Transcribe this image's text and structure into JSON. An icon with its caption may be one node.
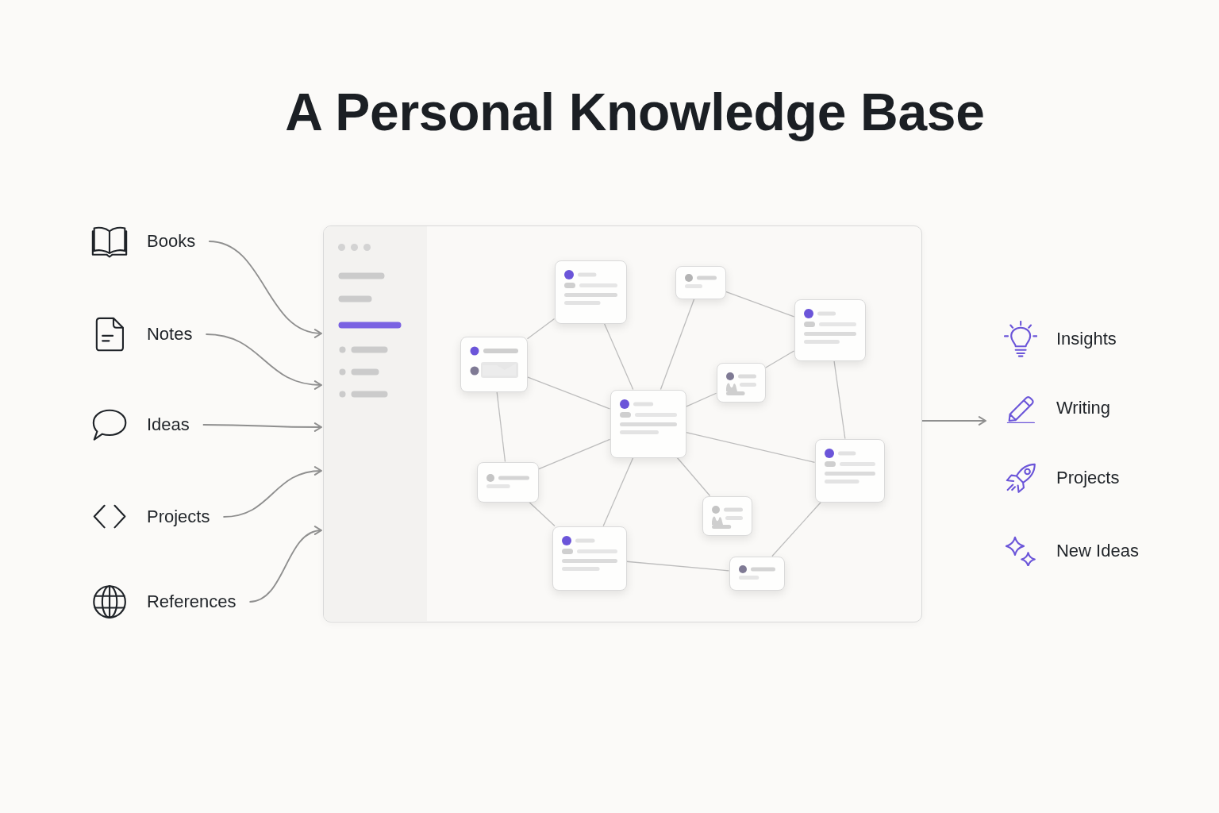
{
  "diagram": {
    "title": "A Personal Knowledge Base",
    "nodes": [
      {
        "text": [
          "Books"
        ]
      },
      {
        "text": [
          "Notes"
        ]
      },
      {
        "text": [
          "Ideas"
        ]
      },
      {
        "text": [
          "Projects"
        ]
      },
      {
        "text": [
          "References"
        ]
      },
      {
        "text": [],
        "shape": "box"
      },
      {
        "text": [],
        "shape": "box",
        "in": 5
      },
      {
        "text": [],
        "shape": "box",
        "in": 5
      },
      {
        "text": [],
        "shape": "box",
        "in": 5
      },
      {
        "text": [],
        "shape": "box",
        "in": 5
      },
      {
        "text": [],
        "shape": "box",
        "in": 5
      },
      {
        "text": [],
        "shape": "box",
        "in": 5
      },
      {
        "text": [],
        "shape": "box",
        "in": 5
      },
      {
        "text": [],
        "shape": "box",
        "in": 5
      },
      {
        "text": [],
        "shape": "box",
        "in": 5
      },
      {
        "text": [],
        "shape": "box",
        "in": 5
      },
      {
        "text": [],
        "shape": "box",
        "in": 5
      },
      {
        "text": [
          "Insights"
        ]
      },
      {
        "text": [
          "Writing"
        ]
      },
      {
        "text": [
          "Projects"
        ]
      },
      {
        "text": [
          "New Ideas"
        ]
      }
    ],
    "edges": [
      {
        "from": 0,
        "to": 5,
        "arrow": "to",
        "color": "#8f8f8f"
      },
      {
        "from": 1,
        "to": 5,
        "arrow": "to",
        "color": "#8f8f8f"
      },
      {
        "from": 2,
        "to": 5,
        "arrow": "to",
        "color": "#8f8f8f"
      },
      {
        "from": 3,
        "to": 5,
        "arrow": "to",
        "color": "#8f8f8f"
      },
      {
        "from": 4,
        "to": 5,
        "arrow": "to",
        "color": "#8f8f8f"
      },
      {
        "from": 9,
        "to": 6,
        "arrow": "none"
      },
      {
        "from": 6,
        "to": 11,
        "arrow": "none"
      },
      {
        "from": 7,
        "to": 11,
        "arrow": "none"
      },
      {
        "from": 7,
        "to": 8,
        "arrow": "none"
      },
      {
        "from": 10,
        "to": 8,
        "arrow": "none"
      },
      {
        "from": 11,
        "to": 10,
        "arrow": "none"
      },
      {
        "from": 9,
        "to": 11,
        "arrow": "none"
      },
      {
        "from": 9,
        "to": 13,
        "arrow": "none"
      },
      {
        "from": 13,
        "to": 11,
        "arrow": "none"
      },
      {
        "from": 11,
        "to": 12,
        "arrow": "none"
      },
      {
        "from": 8,
        "to": 12,
        "arrow": "none"
      },
      {
        "from": 11,
        "to": 15,
        "arrow": "none"
      },
      {
        "from": 11,
        "to": 14,
        "arrow": "none"
      },
      {
        "from": 13,
        "to": 15,
        "arrow": "none"
      },
      {
        "from": 15,
        "to": 16,
        "arrow": "none"
      },
      {
        "from": 12,
        "to": 16,
        "arrow": "none"
      },
      {
        "from": 5,
        "to": 18,
        "arrow": "to",
        "color": "#8f8f8f"
      }
    ]
  }
}
